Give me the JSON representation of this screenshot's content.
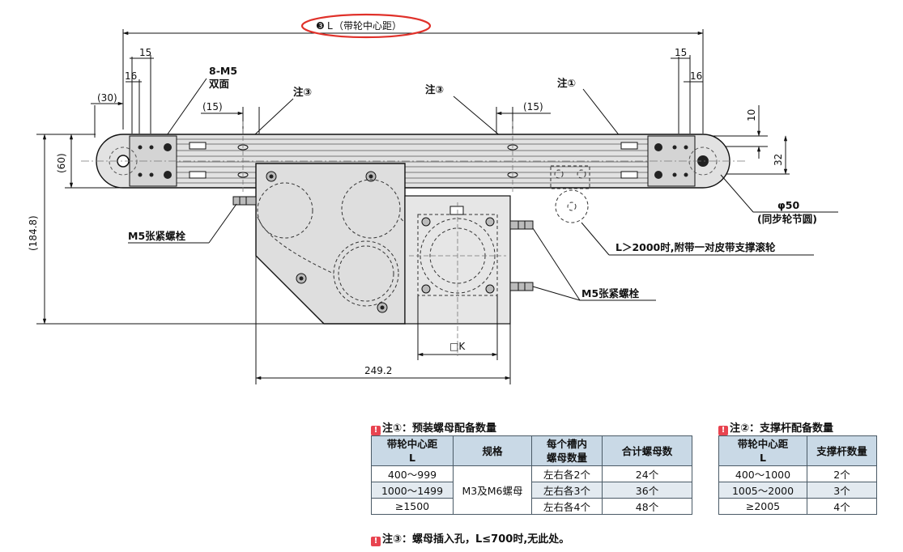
{
  "dims": {
    "pitch_marker": "❸",
    "pitch_letter": "L",
    "pitch_text": "（带轮中心距）",
    "d15_left": "15",
    "d16_left": "16",
    "d30": "(30)",
    "d15p_left": "(15)",
    "d15p_right": "(15)",
    "d15_right": "15",
    "d16_right": "16",
    "d10": "10",
    "d32": "32",
    "d60": "(60)",
    "d184": "(184.8)",
    "d249": "249.2",
    "dK": "□K",
    "m5_holes": "8-M5",
    "double_side": "双面",
    "note3_left": "注③",
    "note3_mid": "注③",
    "note1": "注①",
    "phi50": "φ50",
    "pulley_pitch": "(同步轮节圆)",
    "roller_note": "L＞2000时,附带一对皮带支撑滚轮",
    "bolt_left": "M5张紧螺栓",
    "bolt_right": "M5张紧螺栓"
  },
  "note1_table": {
    "marker": "!",
    "title": "注①：预装螺母配备数量",
    "headers": [
      "带轮中心距\nL",
      "规格",
      "每个槽内\n螺母数量",
      "合计螺母数"
    ],
    "rows": [
      [
        "400～999",
        "M3及M6螺母",
        "左右各2个",
        "24个"
      ],
      [
        "1000～1499",
        "",
        "左右各3个",
        "36个"
      ],
      [
        "≥1500",
        "",
        "左右各4个",
        "48个"
      ]
    ]
  },
  "note2_table": {
    "marker": "!",
    "title": "注②：支撑杆配备数量",
    "headers": [
      "带轮中心距\nL",
      "支撑杆数量"
    ],
    "rows": [
      [
        "400～1000",
        "2个"
      ],
      [
        "1005～2000",
        "3个"
      ],
      [
        "≥2005",
        "4个"
      ]
    ]
  },
  "footnote": {
    "marker": "!",
    "text": "注③：螺母插入孔，L≤700时,无此处。"
  },
  "colors": {
    "highlight_ellipse": "#e0312a",
    "marker_red": "#e8434f",
    "pitch_blue": "#2a7fd0",
    "table_header": "#c9d9e6",
    "body_fill": "#e4e4e4"
  }
}
